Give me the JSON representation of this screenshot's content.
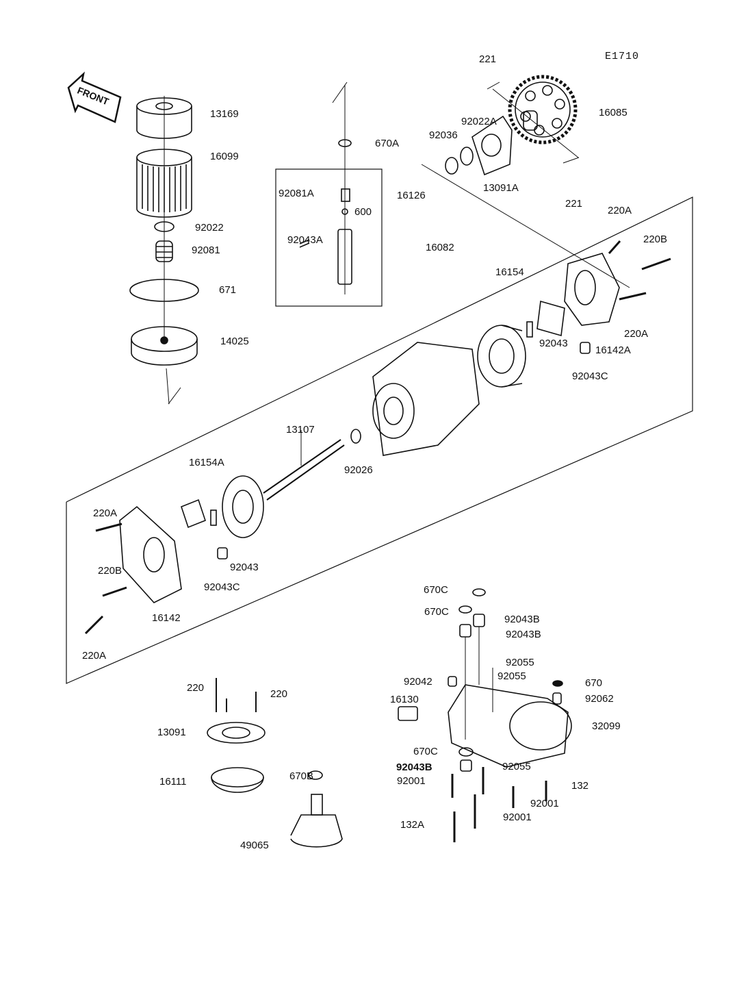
{
  "diagram_code": "E1710",
  "front_arrow_label": "FRONT",
  "colors": {
    "ink": "#111111",
    "background": "#ffffff"
  },
  "part_labels": [
    "13169",
    "16099",
    "92022",
    "92081",
    "671",
    "14025",
    "670A",
    "92081A",
    "16126",
    "600",
    "92043A",
    "16082",
    "221",
    "92022A",
    "92036",
    "16085",
    "13091A",
    "221",
    "220A",
    "220B",
    "16154",
    "92043",
    "16142A",
    "220A",
    "92043C",
    "13107",
    "92026",
    "16154A",
    "220A",
    "220B",
    "92043",
    "92043C",
    "16142",
    "220A",
    "220",
    "220",
    "13091",
    "16111",
    "670B",
    "49065",
    "670C",
    "670C",
    "92043B",
    "92043B",
    "92055",
    "92055",
    "92042",
    "670",
    "92062",
    "16130",
    "32099",
    "670C",
    "92043B",
    "92055",
    "92001",
    "132",
    "92001",
    "92001",
    "132A"
  ]
}
